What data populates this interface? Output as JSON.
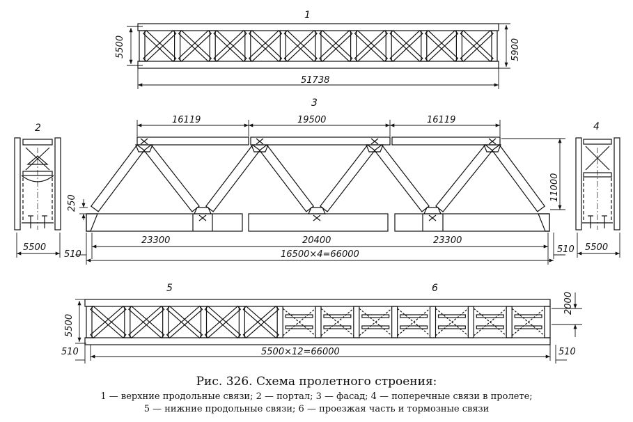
{
  "labels": {
    "n1": "1",
    "n2": "2",
    "n3": "3",
    "n4": "4",
    "n5": "5",
    "n6": "6"
  },
  "dimensions": {
    "top_height_left": "5500",
    "top_height_right": "5900",
    "top_length": "51738",
    "facade_top_left": "16119",
    "facade_top_mid": "19500",
    "facade_top_right": "16119",
    "facade_height": "11000",
    "facade_offset": "250",
    "facade_bottom_left": "23300",
    "facade_bottom_mid": "20400",
    "facade_bottom_right": "23300",
    "facade_total": "16500×4=66000",
    "facade_end_left": "510",
    "facade_end_right": "510",
    "portal_width": "5500",
    "cross_width": "5500",
    "bottom_height": "5500",
    "bottom_right_height": "2000",
    "bottom_total": "5500×12=66000",
    "bottom_end_left": "510",
    "bottom_end_right": "510"
  },
  "caption": {
    "title": "Рис. 326. Схема пролетного строения:",
    "line1": "1 — верхние продольные связи; 2 — портал; 3 — фасад; 4 — поперечные связи в пролете;",
    "line2": "5 — нижние продольные связи; 6 — проезжая часть и тормозные связи"
  }
}
